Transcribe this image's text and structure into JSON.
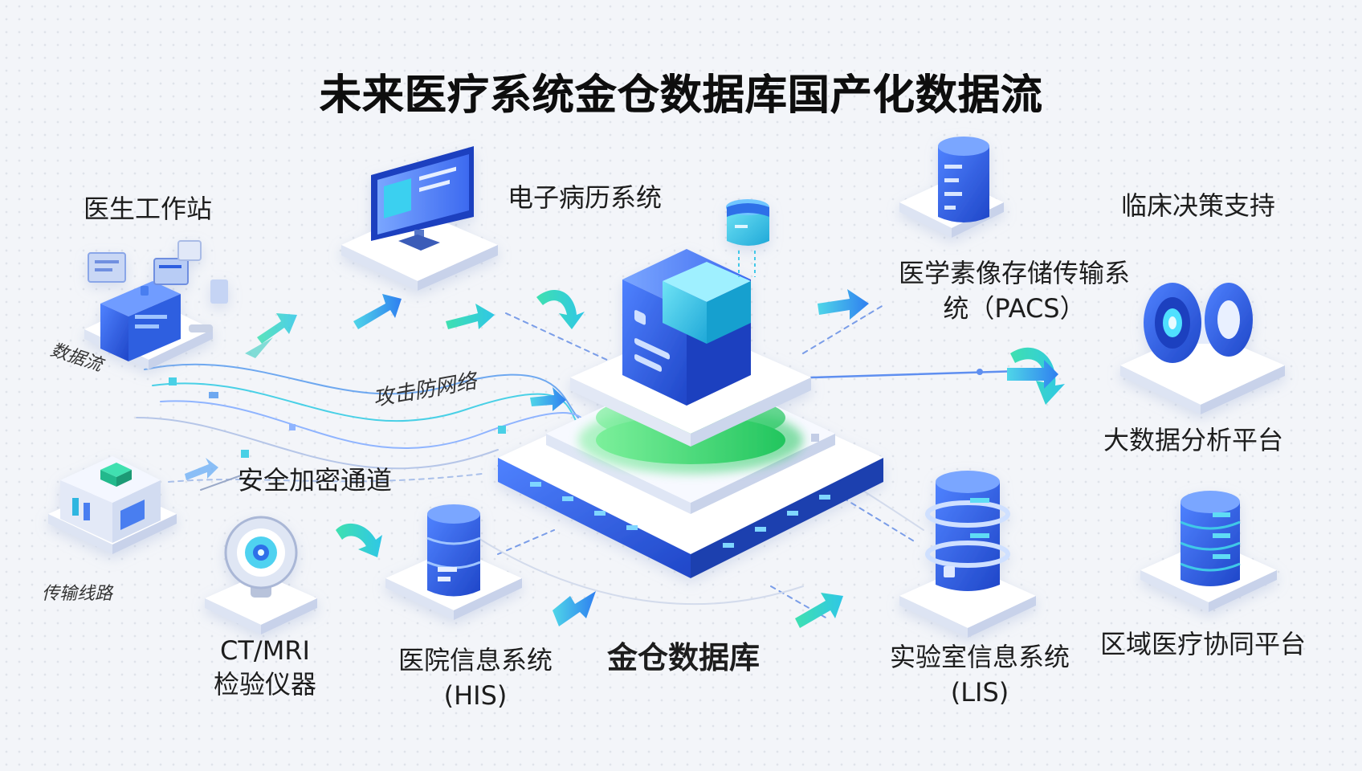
{
  "title": "未来医疗系统金仓数据库国产化数据流",
  "center": {
    "label": "金仓数据库"
  },
  "nodes": {
    "doctor_station": "医生工作站",
    "emr": "电子病历系统",
    "pacs_line1": "医学素像存储传输系",
    "pacs_line2": "统（PACS）",
    "cds": "临床决策支持",
    "bigdata": "大数据分析平台",
    "regional": "区域医疗协同平台",
    "lis_line1": "实验室信息系统",
    "lis_line2": "(LIS)",
    "his_line1": "医院信息系统",
    "his_line2": "(HIS)",
    "ct_line1": "CT/MRI",
    "ct_line2": "检验仪器",
    "secure_channel": "安全加密通道"
  },
  "garbled_labels": {
    "left_upper": "数据流",
    "middle": "攻击防网络",
    "left_lower": "传输线路"
  },
  "colors": {
    "primary_blue": "#2f5fe0",
    "cyan": "#35c8e6",
    "green": "#39d86a",
    "platform": "#ffffff"
  }
}
